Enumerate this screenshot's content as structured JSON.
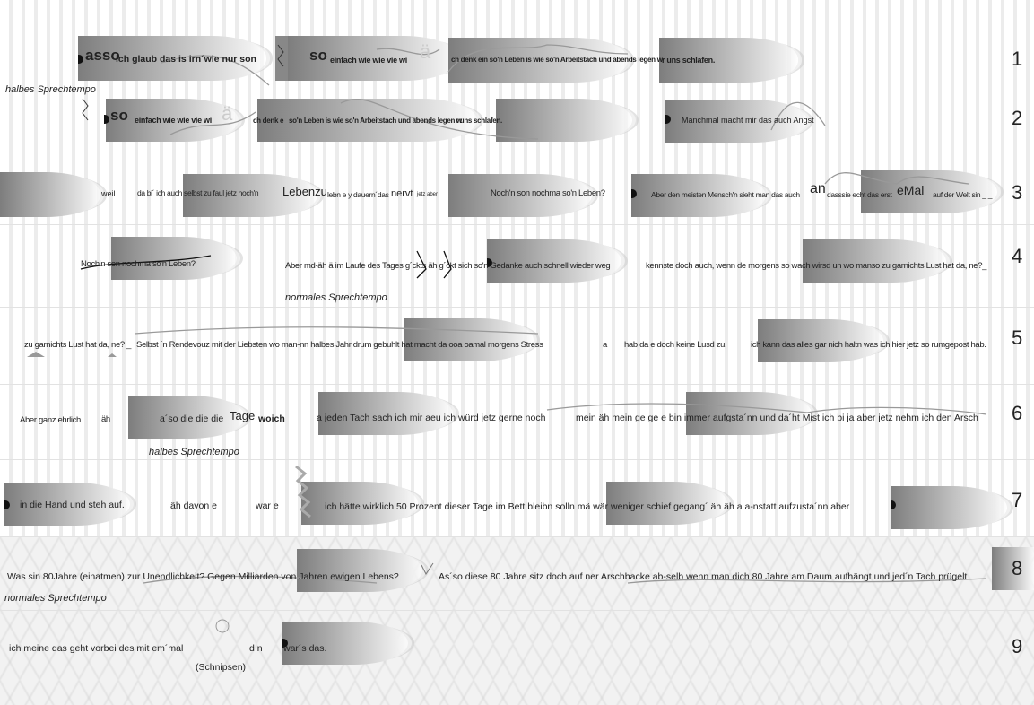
{
  "rows": {
    "r1": {
      "number": "1",
      "t1a": "asso",
      "t1b": "ich glaub das is irn´wie nur son",
      "t2a": "so",
      "t2b": "einfach wie wie vie wi",
      "t3": "ä",
      "t4": "ch denk ein so'n Leben is wie so'n Arbeitstach und abends legen w",
      "t5": "r uns schlafen."
    },
    "r2": {
      "number": "2",
      "t1a": "so",
      "t1b": "einfach wie wie vie wi",
      "t2": "ä",
      "t3": "ch denk e",
      "t4": "so'n Leben is wie so'n Arbeitstach und abends legen w",
      "t5": "r uns schlafen.",
      "t6": "Manchmal macht mir das auch Angst"
    },
    "r3": {
      "number": "3",
      "t1": "weil",
      "t2": "da bi´ ich auch selbst zu faul jetz noch'n",
      "t3": "Lebenzu",
      "t4": "lebn e y dauern´das",
      "t5": "nervt",
      "t6": "jetz aber",
      "t7": "Noch'n son nochma so'n Leben?",
      "t8": "Aber den meisten Mensch'n sieht man das auch",
      "t9": "an",
      "t10": "dasssie echt das erst",
      "t11": "eMal",
      "t12": "auf der Welt sin _ _"
    },
    "r4": {
      "number": "4",
      "t1": "Noch'n son nochma so'n Leben?",
      "t2": "Aber md-äh ä im Laufe des Tages g´ckts äh g´ckt sich so'n Gedanke auch schnell wieder weg",
      "t3": "kennste doch auch, wenn de morgens so wach wirsd un wo manso zu garnichts Lust hat da, ne?_",
      "tempo": "normales Sprechtempo"
    },
    "r5": {
      "number": "5",
      "t1": "zu garnichts Lust hat da, ne? _",
      "t2": "Selbst ´n Rendevouz mit der Liebsten wo man-nn halbes Jahr drum gebuhlt hat macht da ooa oamal morgens Stress",
      "t3": "a",
      "t4": "hab da e doch keine Lusd zu,",
      "t5": "ich kann das alles gar nich haltn was ich hier jetz so rumgepost hab."
    },
    "r6": {
      "number": "6",
      "t1": "Aber ganz ehrlich",
      "t2": "äh",
      "t3": "a´so die die die",
      "t4": "Tage",
      "t5": "woich",
      "t6": "a jeden Tach sach ich mir aeu ich würd jetz gerne noch",
      "t7": "mein äh mein ge ge e bin immer aufgsta´nn und da´ht Mist ich bi ja aber jetz nehm ich den Arsch",
      "tempo": "halbes Sprechtempo"
    },
    "r7": {
      "number": "7",
      "t1": "in die Hand und steh auf.",
      "t2": "äh davon e",
      "t3": "war e",
      "t4": "ich hätte wirklich 50 Prozent  dieser Tage im Bett bleibn solln mä  wär weniger schief gegang´ äh äh a a-nstatt aufzusta´nn aber"
    },
    "r8": {
      "number": "8",
      "t1": "Was sin 80Jahre (einatmen) zur Unendlichkeit? Gegen Milliarden von Jahren ewigen Lebens?",
      "t2": "As´so diese 80 Jahre sitz doch auf ner Arschbacke ab-selb wenn man dich 80 Jahre am Daum aufhängt und jed´n Tach prügelt",
      "tempo": "normales Sprechtempo"
    },
    "r9": {
      "number": "9",
      "t1": "ich meine das geht vorbei des mit em´mal",
      "t2": "d n",
      "t3": "war´s das.",
      "t4": "(Schnipsen)"
    }
  },
  "tempo_top": "halbes Sprechtempo"
}
